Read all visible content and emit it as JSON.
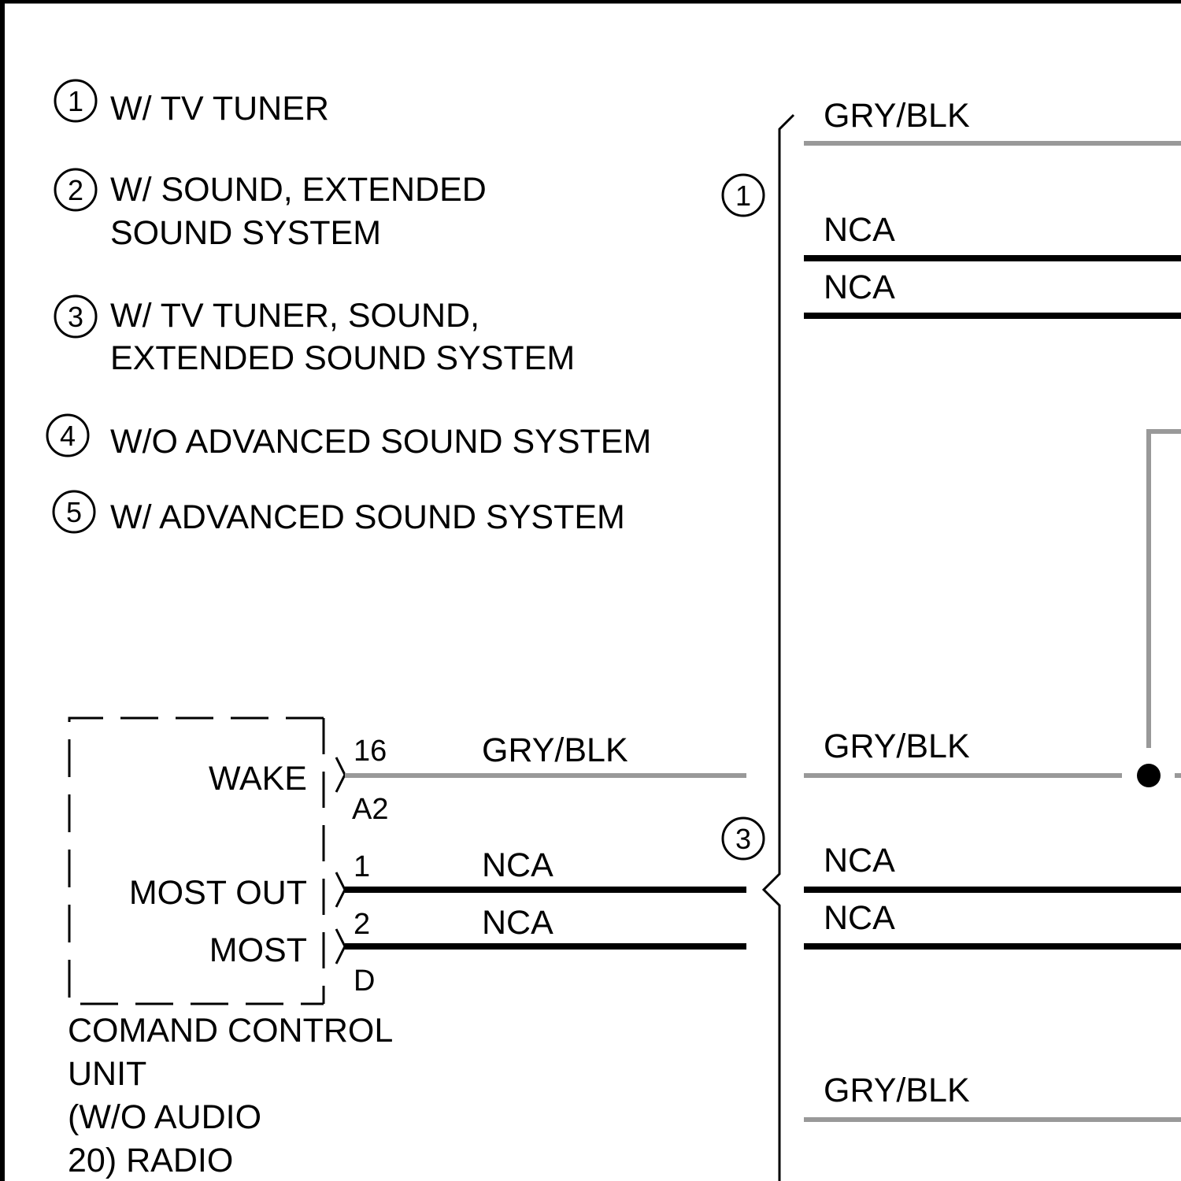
{
  "legend": [
    {
      "num": "1",
      "lines": [
        "W/ TV TUNER"
      ]
    },
    {
      "num": "2",
      "lines": [
        "W/ SOUND, EXTENDED",
        "SOUND SYSTEM"
      ]
    },
    {
      "num": "3",
      "lines": [
        "W/ TV TUNER, SOUND,",
        "EXTENDED SOUND SYSTEM"
      ]
    },
    {
      "num": "4",
      "lines": [
        "W/O ADVANCED SOUND SYSTEM"
      ]
    },
    {
      "num": "5",
      "lines": [
        "W/ ADVANCED SOUND SYSTEM"
      ]
    }
  ],
  "bracket_markers": {
    "upper": "1",
    "lower": "3"
  },
  "upper_right_wires": [
    {
      "label": "GRY/BLK",
      "color": "#999999"
    },
    {
      "label": "NCA",
      "color": "#000000"
    },
    {
      "label": "NCA",
      "color": "#000000"
    }
  ],
  "lower_right_wires": [
    {
      "label": "GRY/BLK",
      "color": "#999999"
    },
    {
      "label": "NCA",
      "color": "#000000"
    },
    {
      "label": "NCA",
      "color": "#000000"
    }
  ],
  "bottom_right_wire": {
    "label": "GRY/BLK",
    "color": "#999999"
  },
  "module": {
    "name_lines": [
      "COMAND CONTROL",
      "UNIT",
      "(W/O AUDIO",
      "20) RADIO"
    ],
    "pins": [
      {
        "function": "WAKE",
        "pin": "16",
        "connector": "A2",
        "wire": "GRY/BLK",
        "color": "#999999"
      },
      {
        "function": "MOST OUT",
        "pin": "1",
        "connector": "",
        "wire": "NCA",
        "color": "#000000"
      },
      {
        "function": "MOST",
        "pin": "2",
        "connector": "D",
        "wire": "NCA",
        "color": "#000000"
      }
    ]
  }
}
